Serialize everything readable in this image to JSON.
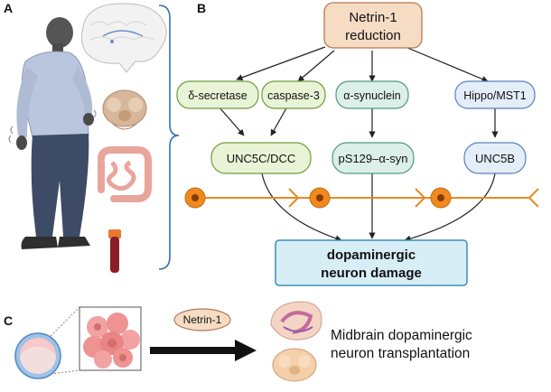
{
  "panels": {
    "a": "A",
    "b": "B",
    "c": "C"
  },
  "colors": {
    "beige_box": "#f7dcc4",
    "beige_border": "#b07a55",
    "green_box": "#e9f4d6",
    "green_border": "#6f9b3c",
    "teal_box": "#dcefe8",
    "teal_border": "#4f9a82",
    "blue_box": "#e4eef9",
    "blue_border": "#5b82b8",
    "damage_box": "#d8eef7",
    "damage_border": "#3a8fb5",
    "axon": "#e78a23",
    "bracket": "#3b6fb0"
  },
  "boxes": {
    "netrin_reduction": [
      "Netrin-1",
      "reduction"
    ],
    "delta_secretase": "δ-secretase",
    "caspase3": "caspase-3",
    "alpha_synuclein": "α-synuclein",
    "hippo_mst1": "Hippo/MST1",
    "unc5c_dcc": "UNC5C/DCC",
    "ps129": "pS129–α-syn",
    "unc5b": "UNC5B",
    "damage": [
      "dopaminergic",
      "neuron damage"
    ]
  },
  "panel_c": {
    "netrin_label": "Netrin-1",
    "transplant_text": [
      "Midbrain dopaminergic",
      "neuron transplantation"
    ]
  }
}
